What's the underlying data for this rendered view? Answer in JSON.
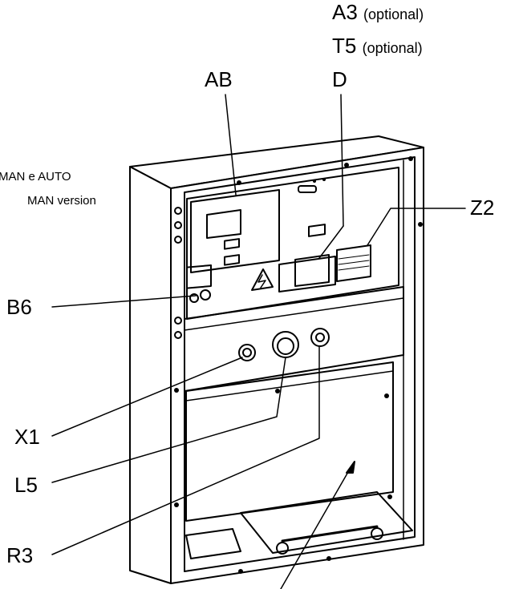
{
  "labels": {
    "a3": "A3",
    "a3_note": "(optional)",
    "t5": "T5",
    "t5_note": "(optional)",
    "ab": "AB",
    "d": "D",
    "z2": "Z2",
    "b6": "B6",
    "x1": "X1",
    "l5": "L5",
    "r3": "R3"
  },
  "notes": {
    "line1": "MAN e AUTO",
    "line2": "MAN version"
  }
}
